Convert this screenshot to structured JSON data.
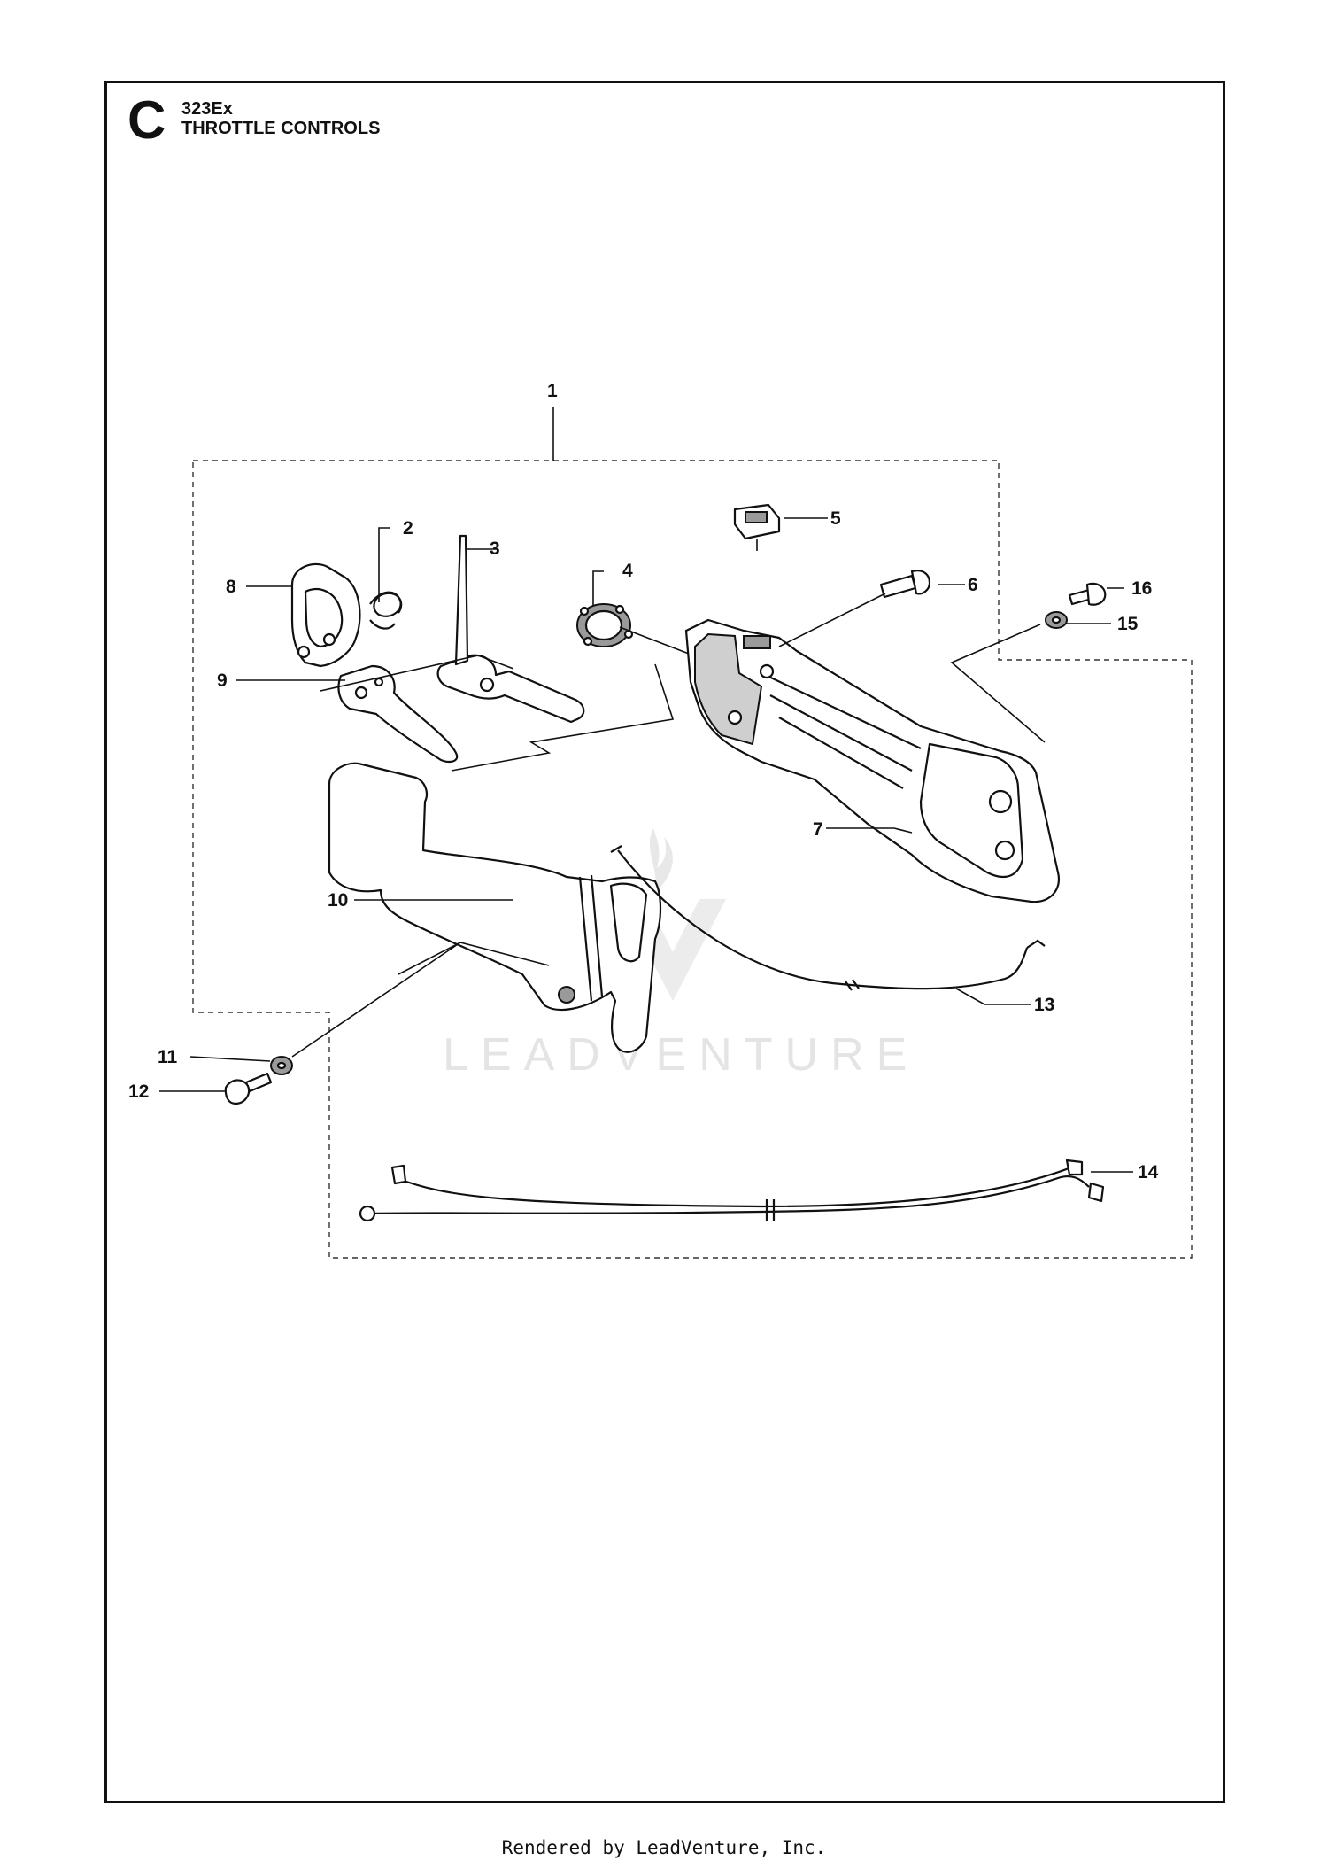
{
  "header": {
    "section_letter": "C",
    "model": "323Ex",
    "title": "THROTTLE CONTROLS"
  },
  "callouts": [
    {
      "id": "1",
      "label": "1"
    },
    {
      "id": "2",
      "label": "2"
    },
    {
      "id": "3",
      "label": "3"
    },
    {
      "id": "4",
      "label": "4"
    },
    {
      "id": "5",
      "label": "5"
    },
    {
      "id": "6",
      "label": "6"
    },
    {
      "id": "7",
      "label": "7"
    },
    {
      "id": "8",
      "label": "8"
    },
    {
      "id": "9",
      "label": "9"
    },
    {
      "id": "10",
      "label": "10"
    },
    {
      "id": "11",
      "label": "11"
    },
    {
      "id": "12",
      "label": "12"
    },
    {
      "id": "13",
      "label": "13"
    },
    {
      "id": "14",
      "label": "14"
    },
    {
      "id": "15",
      "label": "15"
    },
    {
      "id": "16",
      "label": "16"
    }
  ],
  "watermark": "LEADVENTURE",
  "footer": "Rendered by LeadVenture, Inc."
}
